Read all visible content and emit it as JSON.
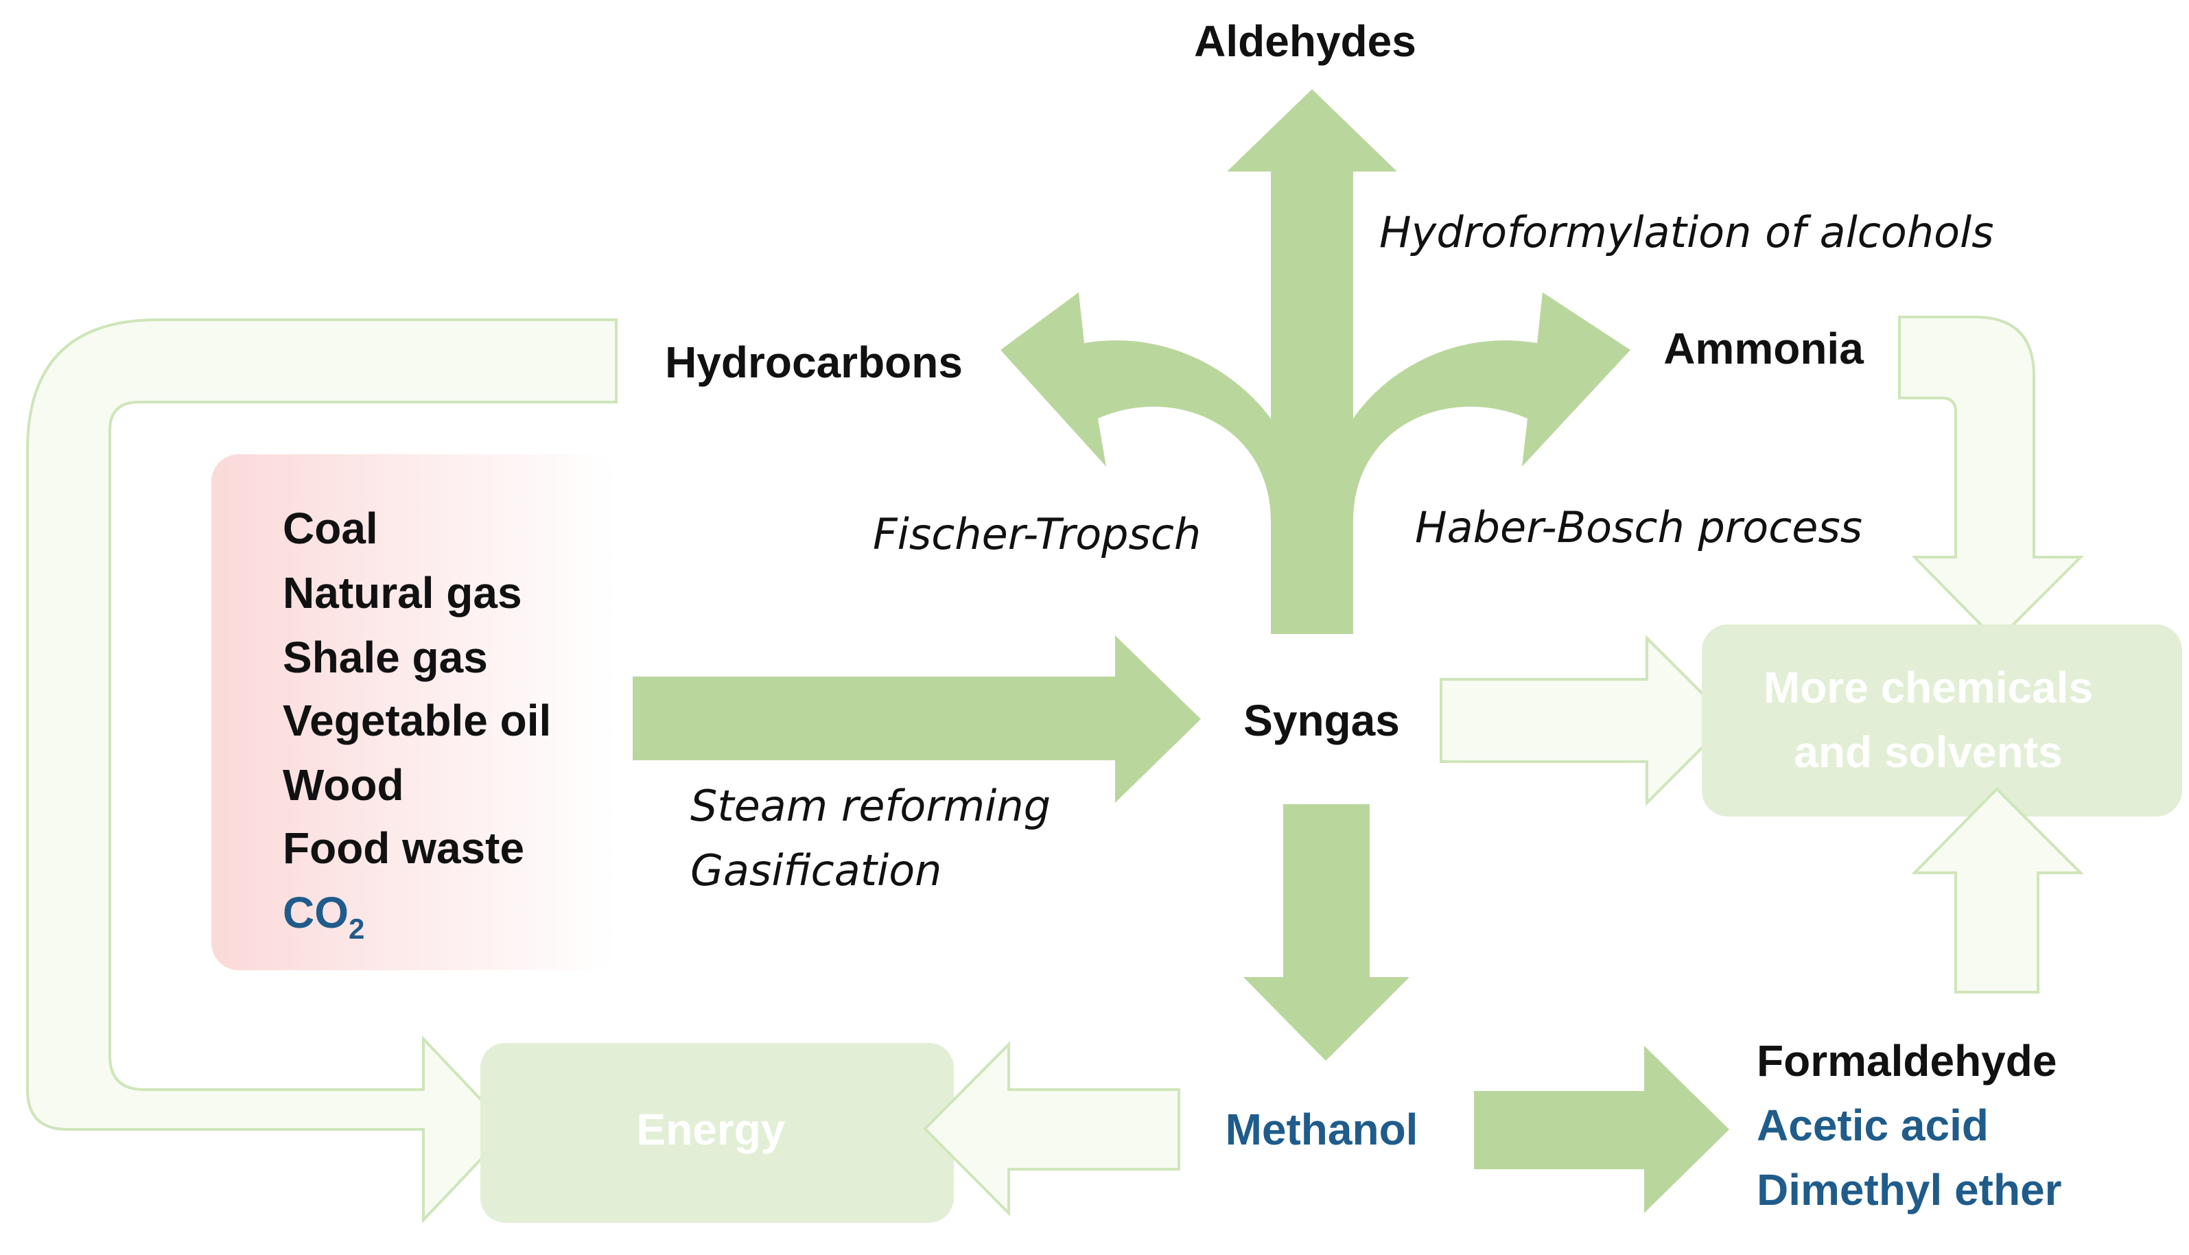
{
  "feedstocks": {
    "items": [
      "Coal",
      "Natural gas",
      "Shale gas",
      "Vegetable oil",
      "Wood",
      "Food waste"
    ],
    "co2": {
      "main": "CO",
      "sub": "2"
    }
  },
  "nodes": {
    "syngas": "Syngas",
    "aldehydes": "Aldehydes",
    "hydrocarbons": "Hydrocarbons",
    "ammonia": "Ammonia",
    "methanol": "Methanol",
    "more_chemicals": [
      "More chemicals",
      "and solvents"
    ],
    "energy": "Energy",
    "methanol_products": {
      "formaldehyde": "Formaldehyde",
      "acetic_acid": "Acetic acid",
      "dimethyl_ether": "Dimethyl ether"
    }
  },
  "processes": {
    "steam_reforming": "Steam reforming",
    "gasification": "Gasification",
    "fischer_tropsch": "Fischer-Tropsch",
    "haber_bosch": "Haber-Bosch process",
    "hydroformylation": "Hydroformylation of alcohols"
  },
  "colors": {
    "arrow_green": "#b9d79c",
    "faded_green": "#e2efd6",
    "faded_fill": "#f7fbf2",
    "faded_outline": "#cfe5ba",
    "feedstock_box_pink": "#fbdcdc",
    "text_dark": "#111111",
    "text_blue": "#1f5c8b"
  }
}
